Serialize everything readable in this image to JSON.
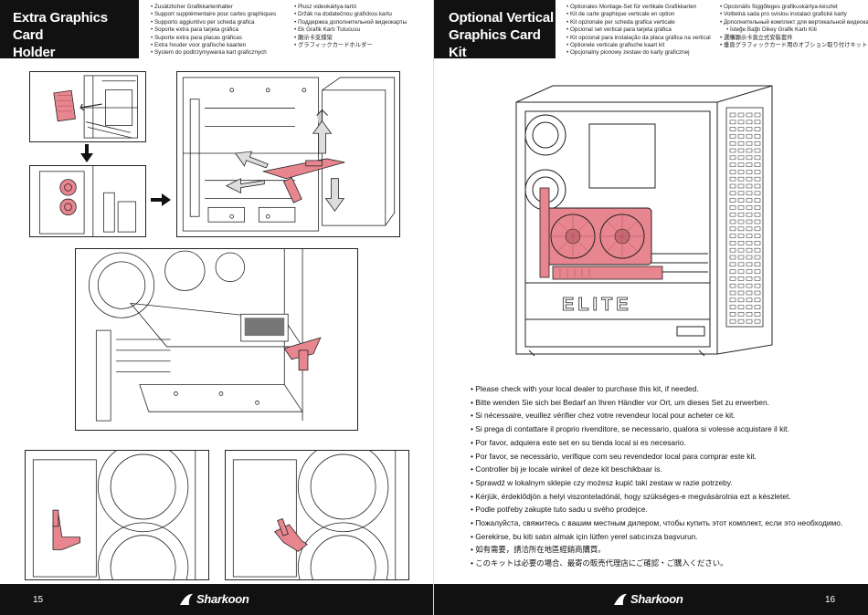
{
  "left_page": {
    "title_line1": "Extra Graphics Card",
    "title_line2": "Holder",
    "lang_col1": [
      "Zusätzlicher Grafikkartenhalter",
      "Support supplémentaire pour cartes graphiques",
      "Supporto aggiuntivo per scheda grafica",
      "Soporte extra para tarjeta gráfica",
      "Suporte extra para placas gráficas",
      "Extra houder voor grafische kaarten",
      "System do podtrzymywania kart graficznych"
    ],
    "lang_col2": [
      "Plusz videokártya-tartó",
      "Držák na dodatečnou grafickou kartu",
      "Поддержка дополнительной видеокарты",
      "Ek Grafik Kartı Tutucusu",
      "顯示卡支撐架",
      "グラフィックカードホルダー"
    ],
    "page_number": "15",
    "brand": "Sharkoon"
  },
  "right_page": {
    "title_line1": "Optional Vertical",
    "title_line2": "Graphics Card Kit",
    "lang_col1": [
      "Optionales Montage-Set für vertikale Grafikkarten",
      "Kit de carte graphique verticale en option",
      "Kit opzionale per scheda grafica verticale",
      "Opcional set vertical para tarjeta gráfica",
      "Kit opcional para instalação da placa gráfica na vertical",
      "Optionele verticale grafische kaart kit",
      "Opcjonalny pionowy zestaw do karty graficznej"
    ],
    "lang_col2": [
      "Opcionális függőleges grafikuskártya-készlet",
      "Volitelná sada pro svislou instalaci grafické karty",
      "Дополнительный комплект для вертикальной видеокарты",
      "İsteğe Bağlı Dikey Grafik Kartı Kiti",
      "選購顯示卡直立式安裝套件",
      "垂直グラフィックカード用のオプション取り付けキット"
    ],
    "case_brand": "ELITE",
    "instructions": [
      "Please check with your local dealer to purchase this kit, if needed.",
      "Bitte wenden Sie sich bei Bedarf an Ihren Händler vor Ort, um dieses Set zu erwerben.",
      "Si nécessaire, veuillez vérifier chez votre revendeur local pour acheter ce kit.",
      "Si prega di contattare il proprio rivenditore, se necessario, qualora si volesse acquistare il kit.",
      "Por favor, adquiera este set en su tienda local si es necesario.",
      "Por favor, se necessário, verifique com seu revendedor local para comprar este kit.",
      "Controller bij je locale winkel of deze kit beschikbaar is.",
      "Sprawdź w lokalnym sklepie czy możesz kupić taki zestaw w razie potrzeby.",
      "Kérjük, érdeklődjön a helyi viszonteladónál, hogy szükséges-e megvásárolnia ezt a készletet.",
      "Podle potřeby zakupte tuto sadu u svého prodejce.",
      "Пожалуйста, свяжитесь с вашим местным дилером, чтобы купить этот комплект, если это необходимо.",
      "Gerekirse, bu kiti satın almak için lütfen yerel satıcınıza başvurun.",
      "如有需要，請洽所在地區經銷商購買。",
      "このキットは必要の場合、最寄の販売代理店にご確認・ご購入ください。"
    ],
    "page_number": "16",
    "brand": "Sharkoon"
  },
  "icons": {
    "brand_logo": "shark-fin-icon",
    "direction_arrows": "arrow-icon"
  },
  "colors": {
    "accent_part": "#e8868f",
    "header_bg": "#111111",
    "line_art": "#222222"
  }
}
